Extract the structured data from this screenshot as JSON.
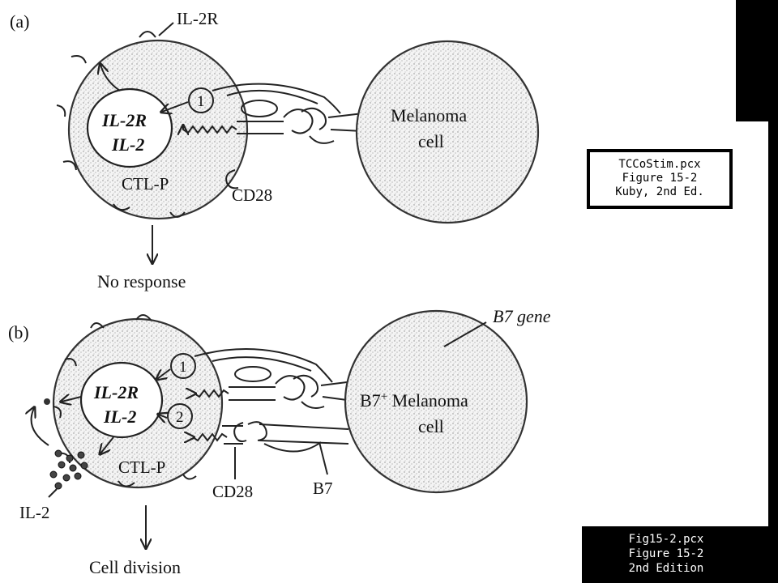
{
  "panel_a": {
    "label": "(a)",
    "il2r": "IL-2R",
    "nucleus_line1": "IL-2R",
    "nucleus_line2": "IL-2",
    "step1": "1",
    "ctlp": "CTL-P",
    "cd28": "CD28",
    "melanoma_line1": "Melanoma",
    "melanoma_line2": "cell",
    "outcome": "No response"
  },
  "panel_b": {
    "label": "(b)",
    "b7_gene": "B7 gene",
    "nucleus_line1": "IL-2R",
    "nucleus_line2": "IL-2",
    "step1": "1",
    "step2": "2",
    "ctlp": "CTL-P",
    "cd28": "CD28",
    "b7": "B7",
    "il2": "IL-2",
    "melanoma_line1": "B7",
    "melanoma_sup": "+",
    "melanoma_line1b": " Melanoma",
    "melanoma_line2": "cell",
    "outcome": "Cell division"
  },
  "label_box_top": {
    "line1": "TCCoStim.pcx",
    "line2": "Figure 15-2",
    "line3": "Kuby, 2nd Ed."
  },
  "label_box_bottom": {
    "line1": "Fig15-2.pcx",
    "line2": "Figure 15-2",
    "line3": "2nd Edition"
  }
}
